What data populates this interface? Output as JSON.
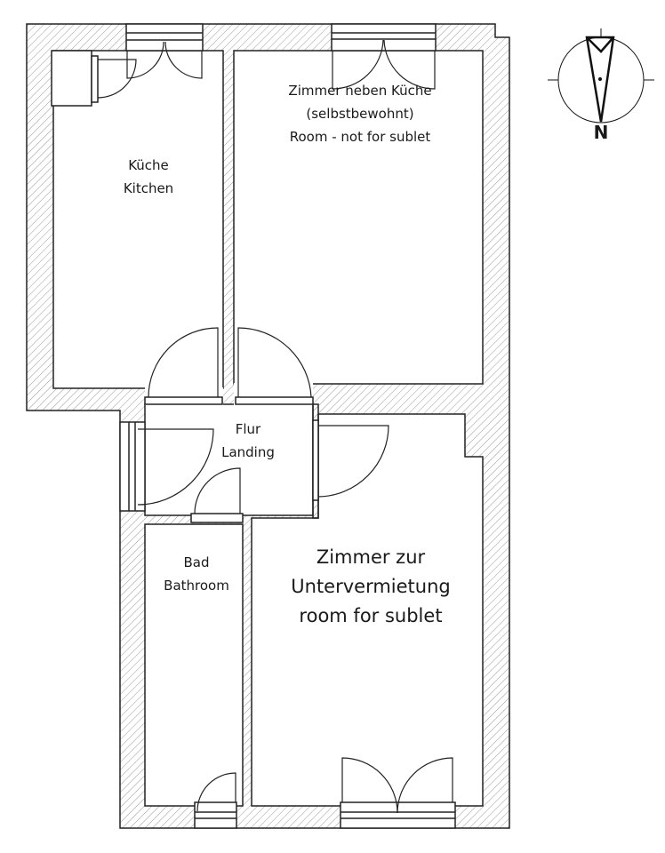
{
  "rooms": {
    "kitchen": {
      "de": "Küche",
      "en": "Kitchen"
    },
    "room_next_kitchen": {
      "de": "Zimmer neben Küche",
      "note": "(selbstbewohnt)",
      "en": "Room - not for sublet"
    },
    "landing": {
      "de": "Flur",
      "en": "Landing"
    },
    "bathroom": {
      "de": "Bad",
      "en": "Bathroom"
    },
    "sublet_room": {
      "line1": "Zimmer zur",
      "line2": "Untervermietung",
      "line3": "room for sublet"
    }
  },
  "compass": {
    "label": "N"
  },
  "colors": {
    "line": "#222222",
    "hatch": "#9a9a9a",
    "background": "#ffffff"
  }
}
